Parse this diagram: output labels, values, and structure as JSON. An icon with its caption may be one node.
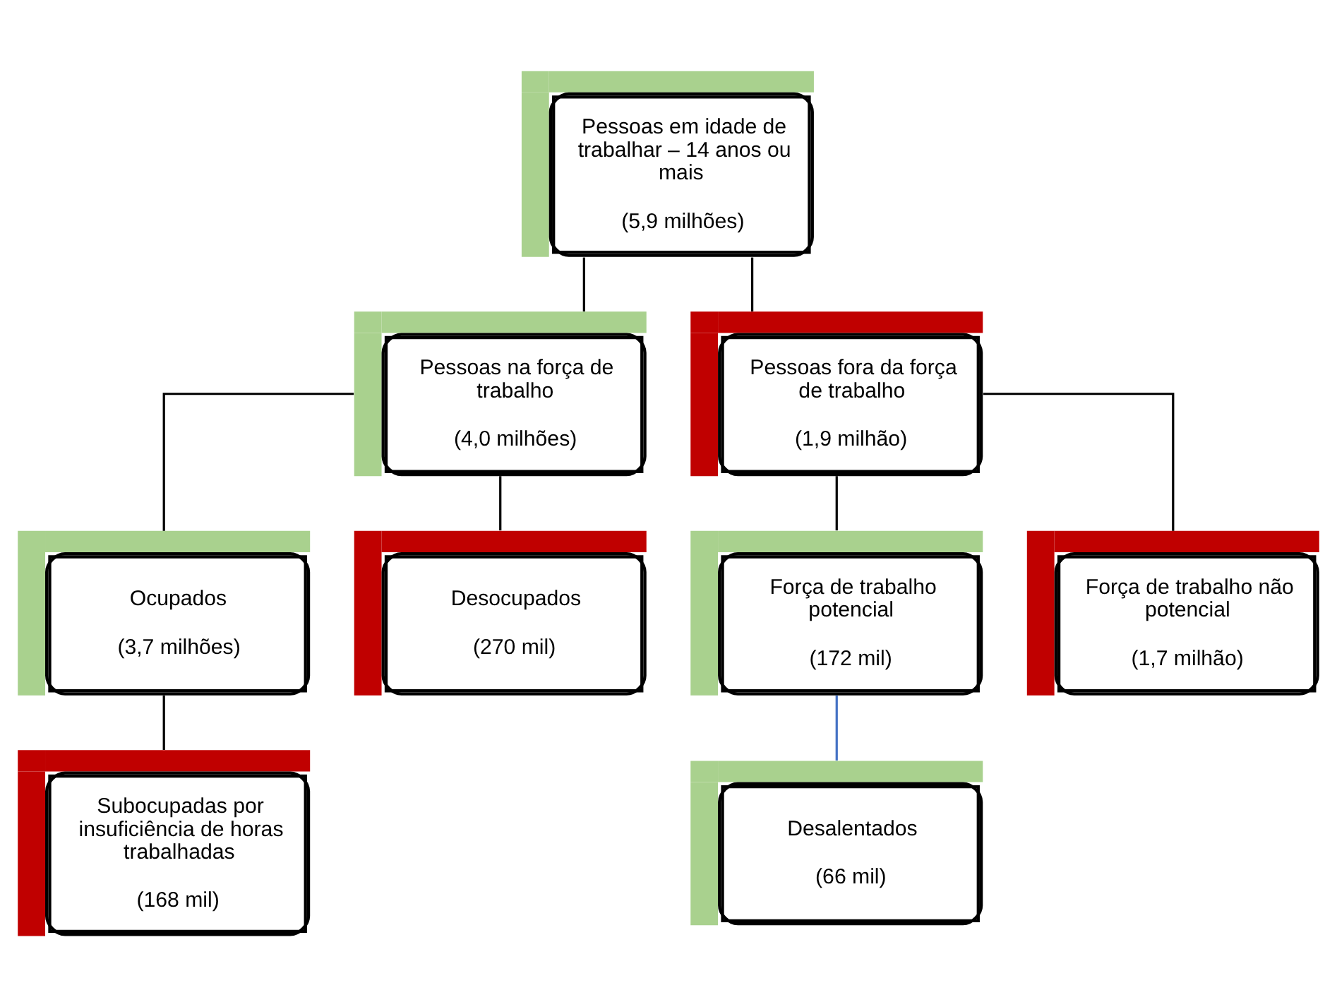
{
  "diagram": {
    "nodes": [
      {
        "text": [
          "Pessoas em idade de trabalhar – 14 anos ou mais",
          "(5,9 milhões)"
        ]
      },
      {
        "text": [
          "Pessoas na força de trabalho",
          "(4,0 milhões)"
        ]
      },
      {
        "text": [
          "Pessoas fora da força de trabalho",
          "(1,9 milhão)"
        ]
      },
      {
        "text": [
          "Ocupados",
          "(3,7 milhões)"
        ]
      },
      {
        "text": [
          "Desocupados",
          "(270 mil)"
        ]
      },
      {
        "text": [
          "Força de trabalho potencial",
          "(172 mil)"
        ]
      },
      {
        "text": [
          "Força de trabalho não potencial",
          "(1,7 milhão)"
        ]
      },
      {
        "text": [
          "Subocupadas por insuficiência de horas trabalhadas",
          "(168 mil)"
        ]
      },
      {
        "text": [
          "Desalentados",
          "(66 mil)"
        ]
      }
    ],
    "edges": [
      {
        "from": 0,
        "to": 1,
        "arrow": "none"
      },
      {
        "from": 0,
        "to": 2,
        "arrow": "none"
      },
      {
        "from": 1,
        "to": 3,
        "arrow": "none"
      },
      {
        "from": 1,
        "to": 4,
        "arrow": "none"
      },
      {
        "from": 2,
        "to": 5,
        "arrow": "none"
      },
      {
        "from": 2,
        "to": 6,
        "arrow": "none"
      },
      {
        "from": 3,
        "to": 7,
        "arrow": "none"
      },
      {
        "from": 5,
        "to": 8,
        "arrow": "none",
        "color": "#4472c4"
      }
    ]
  }
}
